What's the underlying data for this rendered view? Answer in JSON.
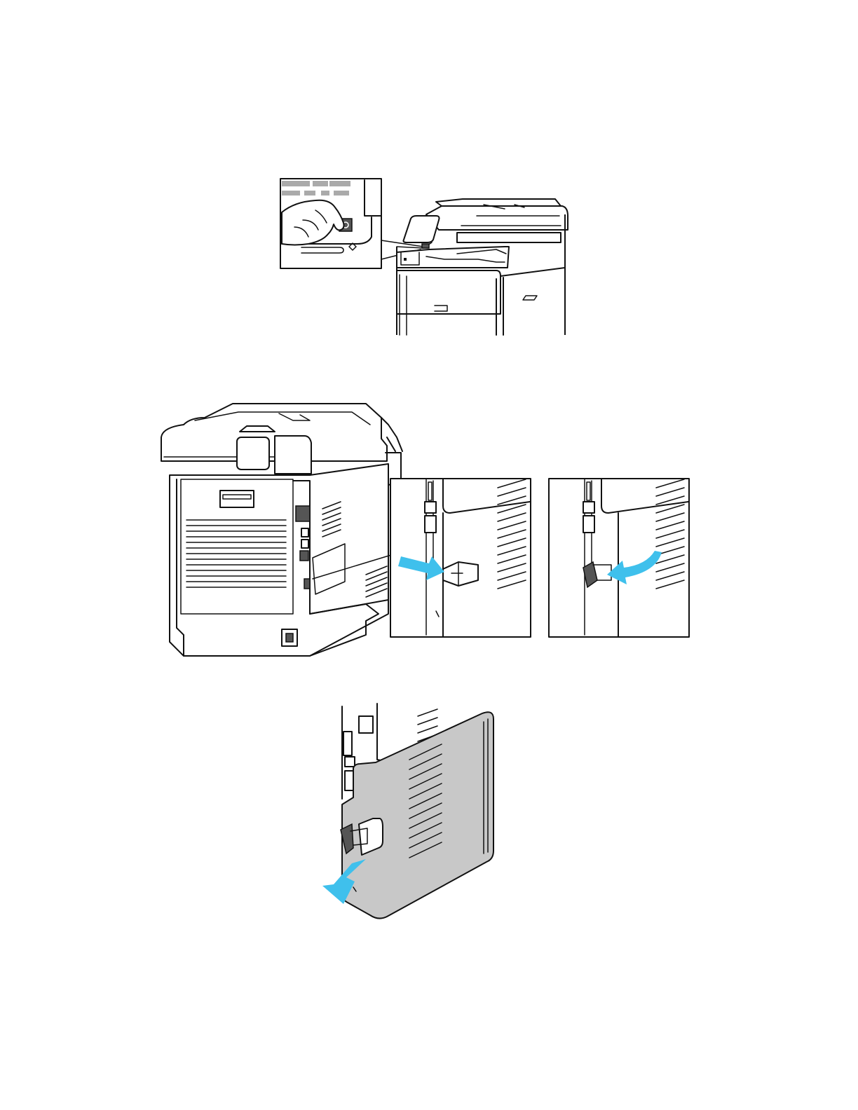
{
  "figures": [
    {
      "id": "power-off",
      "depicts": "finger-pressing-power-button"
    },
    {
      "id": "rear-view-cover-latch",
      "depicts": "printer-rear-with-two-latch-insets"
    },
    {
      "id": "remove-cover",
      "depicts": "side-cover-pulled-away"
    }
  ],
  "colors": {
    "line": "#111111",
    "arrow": "#3fc0ec",
    "cover_fill": "#c8c8c8",
    "background": "#ffffff"
  }
}
